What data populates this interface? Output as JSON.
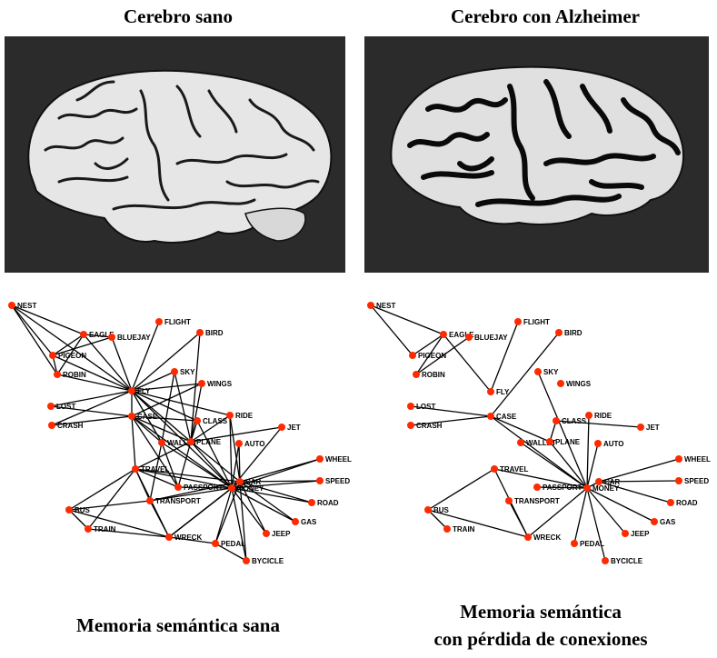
{
  "panels": {
    "healthy_brain": {
      "title": "Cerebro sano"
    },
    "alzheimer_brain": {
      "title": "Cerebro con Alzheimer"
    }
  },
  "networks": {
    "healthy": {
      "caption": "Memoria semántica sana",
      "nodes": [
        {
          "id": "nest",
          "label": "NEST"
        },
        {
          "id": "eagle",
          "label": "EAGLE"
        },
        {
          "id": "bluejay",
          "label": "BLUEJAY"
        },
        {
          "id": "flight",
          "label": "FLIGHT"
        },
        {
          "id": "bird",
          "label": "BIRD"
        },
        {
          "id": "pigeon",
          "label": "PIGEON"
        },
        {
          "id": "robin",
          "label": "ROBIN"
        },
        {
          "id": "sky",
          "label": "SKY"
        },
        {
          "id": "wings",
          "label": "WINGS"
        },
        {
          "id": "fly",
          "label": "FLY"
        },
        {
          "id": "lost",
          "label": "LOST"
        },
        {
          "id": "case",
          "label": "CASE"
        },
        {
          "id": "class",
          "label": "CLASS"
        },
        {
          "id": "ride",
          "label": "RIDE"
        },
        {
          "id": "jet",
          "label": "JET"
        },
        {
          "id": "crash",
          "label": "CRASH"
        },
        {
          "id": "wallet",
          "label": "WALLET"
        },
        {
          "id": "plane",
          "label": "PLANE"
        },
        {
          "id": "auto",
          "label": "AUTO"
        },
        {
          "id": "wheel",
          "label": "WHEEL"
        },
        {
          "id": "travel",
          "label": "TRAVEL"
        },
        {
          "id": "car",
          "label": "CAR"
        },
        {
          "id": "speed",
          "label": "SPEED"
        },
        {
          "id": "passport",
          "label": "PASSPORT"
        },
        {
          "id": "money",
          "label": "MONEY"
        },
        {
          "id": "transport",
          "label": "TRANSPORT"
        },
        {
          "id": "road",
          "label": "ROAD"
        },
        {
          "id": "bus",
          "label": "BUS"
        },
        {
          "id": "gas",
          "label": "GAS"
        },
        {
          "id": "train",
          "label": "TRAIN"
        },
        {
          "id": "wreck",
          "label": "WRECK"
        },
        {
          "id": "jeep",
          "label": "JEEP"
        },
        {
          "id": "pedal",
          "label": "PEDAL"
        },
        {
          "id": "bycicle",
          "label": "BYCICLE"
        }
      ]
    },
    "alzheimer": {
      "caption_line1": "Memoria semántica",
      "caption_line2": "con pérdida de conexiones",
      "nodes": [
        {
          "id": "nest",
          "label": "NEST"
        },
        {
          "id": "eagle",
          "label": "EAGLE"
        },
        {
          "id": "bluejay",
          "label": "BLUEJAY"
        },
        {
          "id": "flight",
          "label": "FLIGHT"
        },
        {
          "id": "bird",
          "label": "BIRD"
        },
        {
          "id": "pigeon",
          "label": "PIGEON"
        },
        {
          "id": "robin",
          "label": "ROBIN"
        },
        {
          "id": "sky",
          "label": "SKY"
        },
        {
          "id": "wings",
          "label": "WINGS"
        },
        {
          "id": "fly",
          "label": "FLY"
        },
        {
          "id": "lost",
          "label": "LOST"
        },
        {
          "id": "case",
          "label": "CASE"
        },
        {
          "id": "class",
          "label": "CLASS"
        },
        {
          "id": "ride",
          "label": "RIDE"
        },
        {
          "id": "jet",
          "label": "JET"
        },
        {
          "id": "crash",
          "label": "CRASH"
        },
        {
          "id": "wallet",
          "label": "WALLET"
        },
        {
          "id": "plane",
          "label": "PLANE"
        },
        {
          "id": "auto",
          "label": "AUTO"
        },
        {
          "id": "wheel",
          "label": "WHEEL"
        },
        {
          "id": "travel",
          "label": "TRAVEL"
        },
        {
          "id": "car",
          "label": "CAR"
        },
        {
          "id": "speed",
          "label": "SPEED"
        },
        {
          "id": "passport",
          "label": "PASSPORT"
        },
        {
          "id": "money",
          "label": "MONEY"
        },
        {
          "id": "transport",
          "label": "TRANSPORT"
        },
        {
          "id": "road",
          "label": "ROAD"
        },
        {
          "id": "bus",
          "label": "BUS"
        },
        {
          "id": "gas",
          "label": "GAS"
        },
        {
          "id": "train",
          "label": "TRAIN"
        },
        {
          "id": "wreck",
          "label": "WRECK"
        },
        {
          "id": "jeep",
          "label": "JEEP"
        },
        {
          "id": "pedal",
          "label": "PEDAL"
        },
        {
          "id": "bycicle",
          "label": "BYCICLE"
        }
      ]
    }
  },
  "colors": {
    "node": "#ff2a00",
    "edge": "#000000",
    "brain_bg": "#2b2b2b",
    "brain": "#e8e8e8"
  }
}
